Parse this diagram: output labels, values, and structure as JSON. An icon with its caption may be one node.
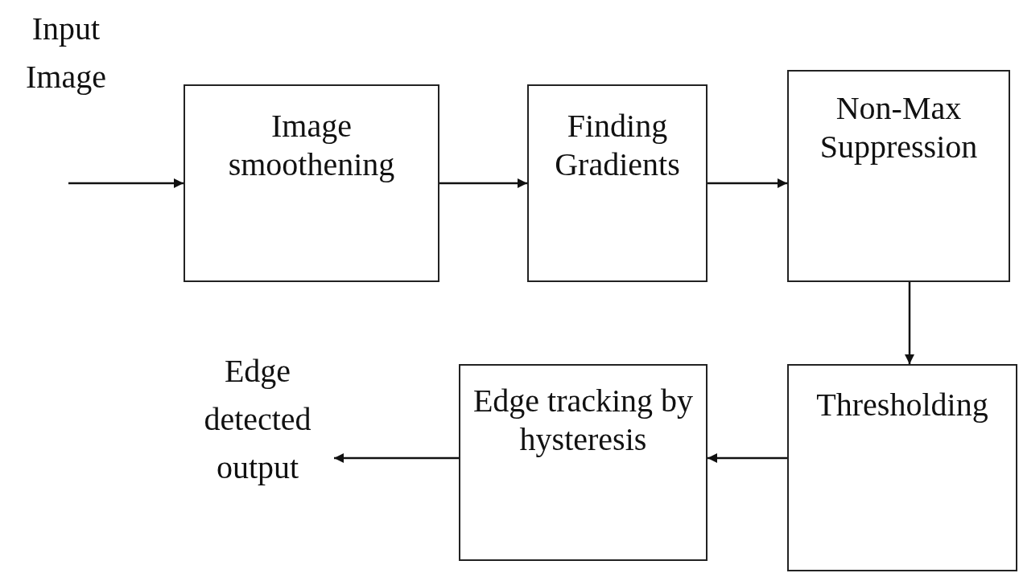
{
  "diagram": {
    "nodes": [
      {
        "text": [
          "Image smoothening"
        ]
      },
      {
        "text": [
          "Finding Gradients"
        ]
      },
      {
        "text": [
          "Non-Max Suppression"
        ]
      },
      {
        "text": [
          "Thresholding"
        ]
      },
      {
        "text": [
          "Edge tracking by hysteresis"
        ]
      },
      {
        "text": [
          "Edge detected output"
        ]
      }
    ],
    "edges": [
      {
        "from": null,
        "to": 0,
        "arrow": "to"
      },
      {
        "from": 0,
        "to": 1,
        "arrow": "to"
      },
      {
        "from": 1,
        "to": 2,
        "arrow": "to"
      },
      {
        "from": 2,
        "to": 3,
        "arrow": "to"
      },
      {
        "from": 3,
        "to": 4,
        "arrow": "to"
      },
      {
        "from": 4,
        "to": 5,
        "arrow": "to"
      }
    ],
    "labels": [
      "Input Image"
    ]
  }
}
